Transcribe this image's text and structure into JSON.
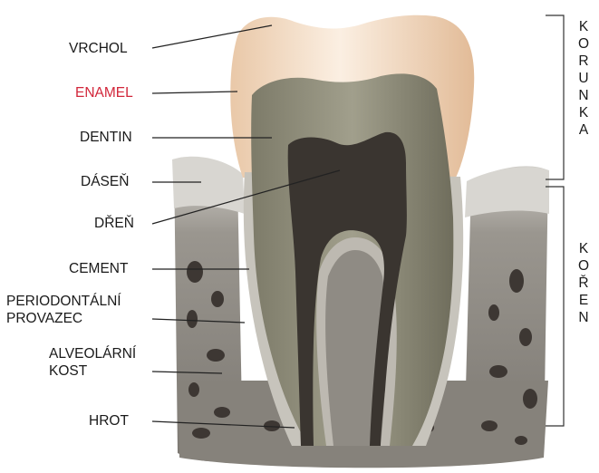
{
  "labels": {
    "vrchol": "VRCHOL",
    "enamel": "ENAMEL",
    "dentin": "DENTIN",
    "dasen": "DÁSEŇ",
    "dren": "DŘEŇ",
    "cement": "CEMENT",
    "periodontal_1": "PERIODONTÁLNÍ",
    "periodontal_2": "PROVAZEC",
    "alveolar_1": "ALVEOLÁRNÍ",
    "alveolar_2": "KOST",
    "hrot": "HROT"
  },
  "side_labels": {
    "korunka": [
      "K",
      "O",
      "R",
      "U",
      "N",
      "K",
      "A"
    ],
    "koren": [
      "K",
      "O",
      "Ř",
      "E",
      "N"
    ]
  },
  "colors": {
    "text": "#1a1a1a",
    "enamel_label": "#d2263a",
    "enamel": "#f1dcc6",
    "dentin": "#8c8a78",
    "pulp": "#3a3530",
    "bone": "#8f8c86",
    "gum": "#c9c7c2"
  }
}
